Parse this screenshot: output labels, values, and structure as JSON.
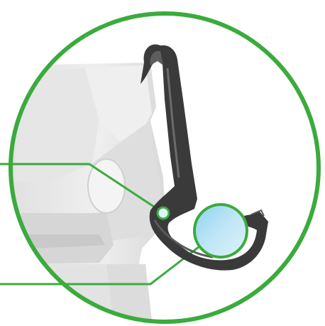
{
  "figure": {
    "description_icon": "magnifier-callout",
    "accent_color": "#3aab3c",
    "hook_color": "#3a3a3a",
    "hook_highlight": "#6b6b6b",
    "background_part_color": "#e2e2e2",
    "tube_color": "#a8dcf2",
    "leader_lines": [
      "upper-left-pointer",
      "lower-left-pointer"
    ]
  }
}
